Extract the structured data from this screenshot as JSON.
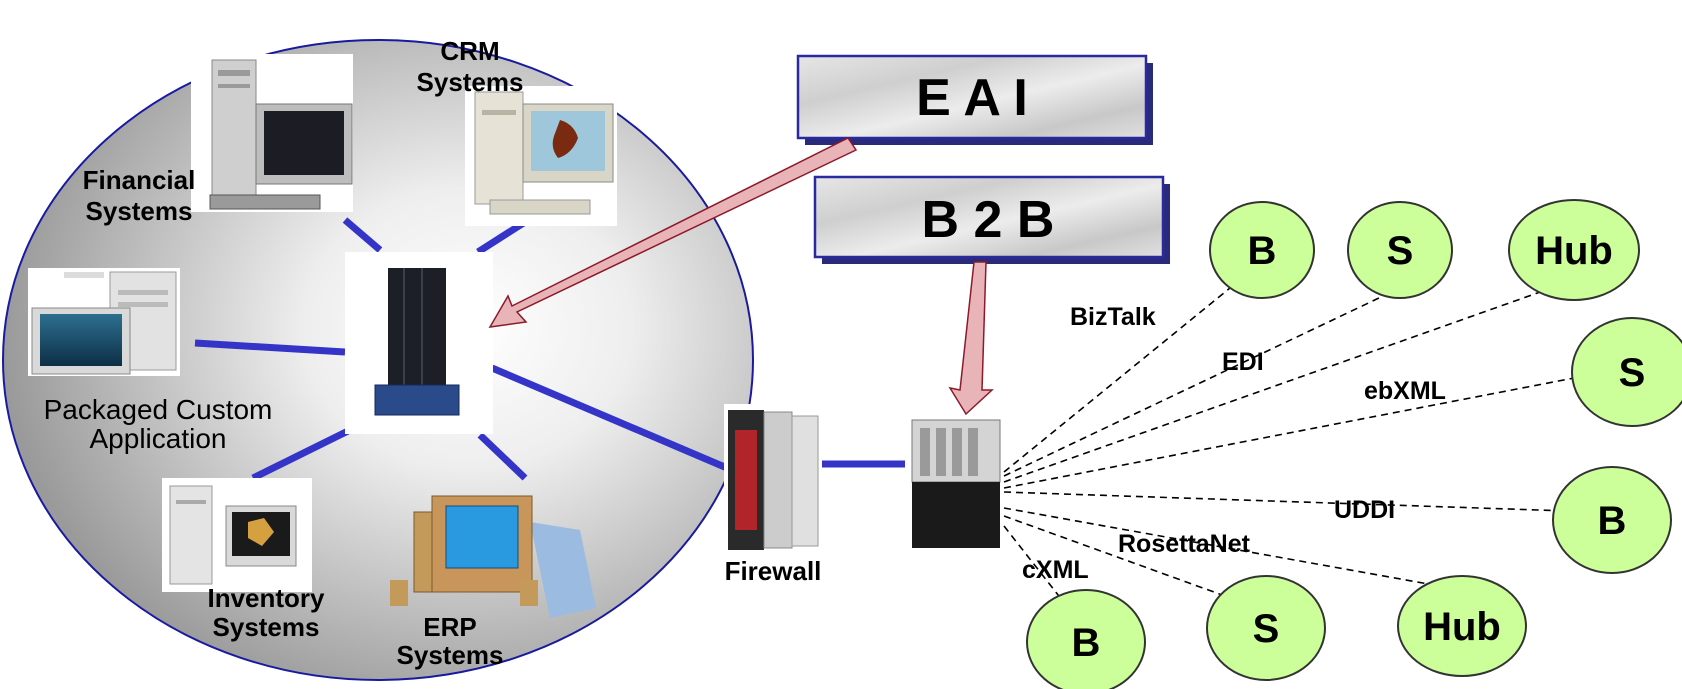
{
  "colors": {
    "ellipse_outline": "#1a1aa0",
    "connector_blue": "#3434c8",
    "node_fill": "#ccff99",
    "node_stroke": "#333333",
    "arrow_fill": "#e8b4b8",
    "arrow_stroke": "#8b1a2a",
    "banner_border": "#2a2aa0"
  },
  "banners": {
    "eai": "E A I",
    "b2b": "B 2 B"
  },
  "systems": {
    "financial": [
      "Financial",
      "Systems"
    ],
    "crm": [
      "CRM",
      "Systems"
    ],
    "packaged": [
      "Packaged Custom",
      "Application"
    ],
    "inventory": [
      "Inventory",
      "Systems"
    ],
    "erp": [
      "ERP",
      "Systems"
    ]
  },
  "firewall_label": "Firewall",
  "protocols": {
    "biztalk": "BizTalk",
    "edi": "EDI",
    "ebxml": "ebXML",
    "uddi": "UDDI",
    "rosettanet": "RosettaNet",
    "cxml": "cXML"
  },
  "nodes": {
    "b1": "B",
    "s1": "S",
    "hub1": "Hub",
    "s2": "S",
    "b2": "B",
    "hub2": "Hub",
    "s3": "S",
    "b3": "B"
  }
}
